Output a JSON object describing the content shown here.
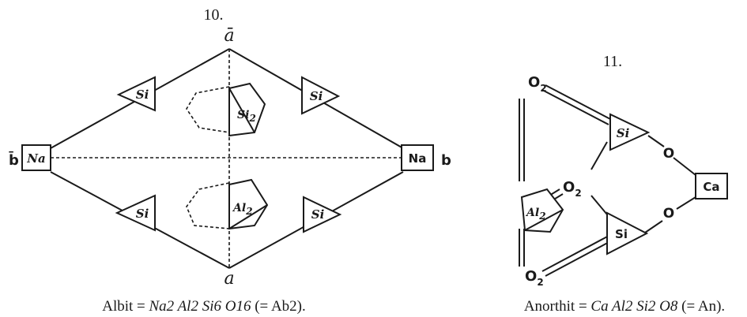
{
  "fig10": {
    "number": "10.",
    "axis_top": "ā",
    "axis_bottom": "a",
    "axis_left": "b̄",
    "axis_right": "b",
    "na_left": "Na",
    "na_right": "Na",
    "si_tl": "Si",
    "si_tr": "Si",
    "si_bl": "Si",
    "si_br": "Si",
    "si2_center": "Si2",
    "al2_center": "Al2",
    "caption": {
      "prefix": "Albit = ",
      "formula": "Na2 Al2 Si6 O16",
      "suffix": " (= Ab2)."
    }
  },
  "fig11": {
    "number": "11.",
    "o2_top": "O2",
    "o2_middle": "O2",
    "o2_bottom": "O2",
    "si_top": "Si",
    "si_bottom": "Si",
    "o_upper": "O",
    "o_lower": "O",
    "ca": "Ca",
    "al2": "Al2",
    "caption": {
      "prefix": "Anorthit = ",
      "formula": "Ca Al2 Si2 O8",
      "suffix": " (= An)."
    }
  }
}
